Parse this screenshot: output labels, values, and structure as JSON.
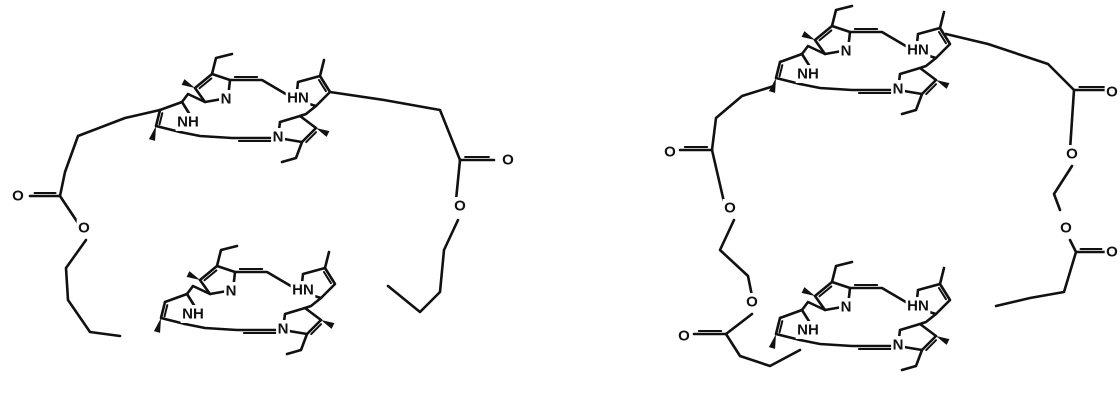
{
  "atoms": {
    "N": "N",
    "NH": "NH",
    "HN": "HN",
    "O": "O"
  },
  "colors": {
    "ink": "#111111",
    "background": "#ffffff"
  }
}
